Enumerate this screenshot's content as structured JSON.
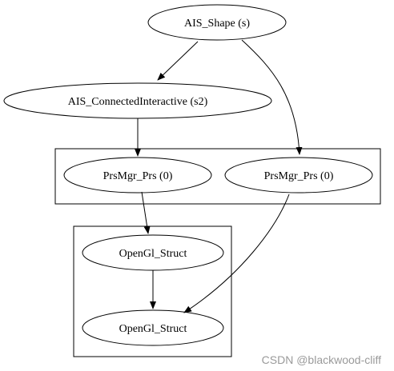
{
  "nodes": {
    "ais_shape": "AIS_Shape (s)",
    "ais_connected": "AIS_ConnectedInteractive (s2)",
    "prs_left": "PrsMgr_Prs (0)",
    "prs_right": "PrsMgr_Prs (0)",
    "opengl_top": "OpenGl_Struct",
    "opengl_bottom": "OpenGl_Struct"
  },
  "watermark": "CSDN @blackwood-cliff",
  "colors": {
    "stroke": "#000000",
    "background": "#ffffff",
    "watermark": "#9a9a9a"
  }
}
